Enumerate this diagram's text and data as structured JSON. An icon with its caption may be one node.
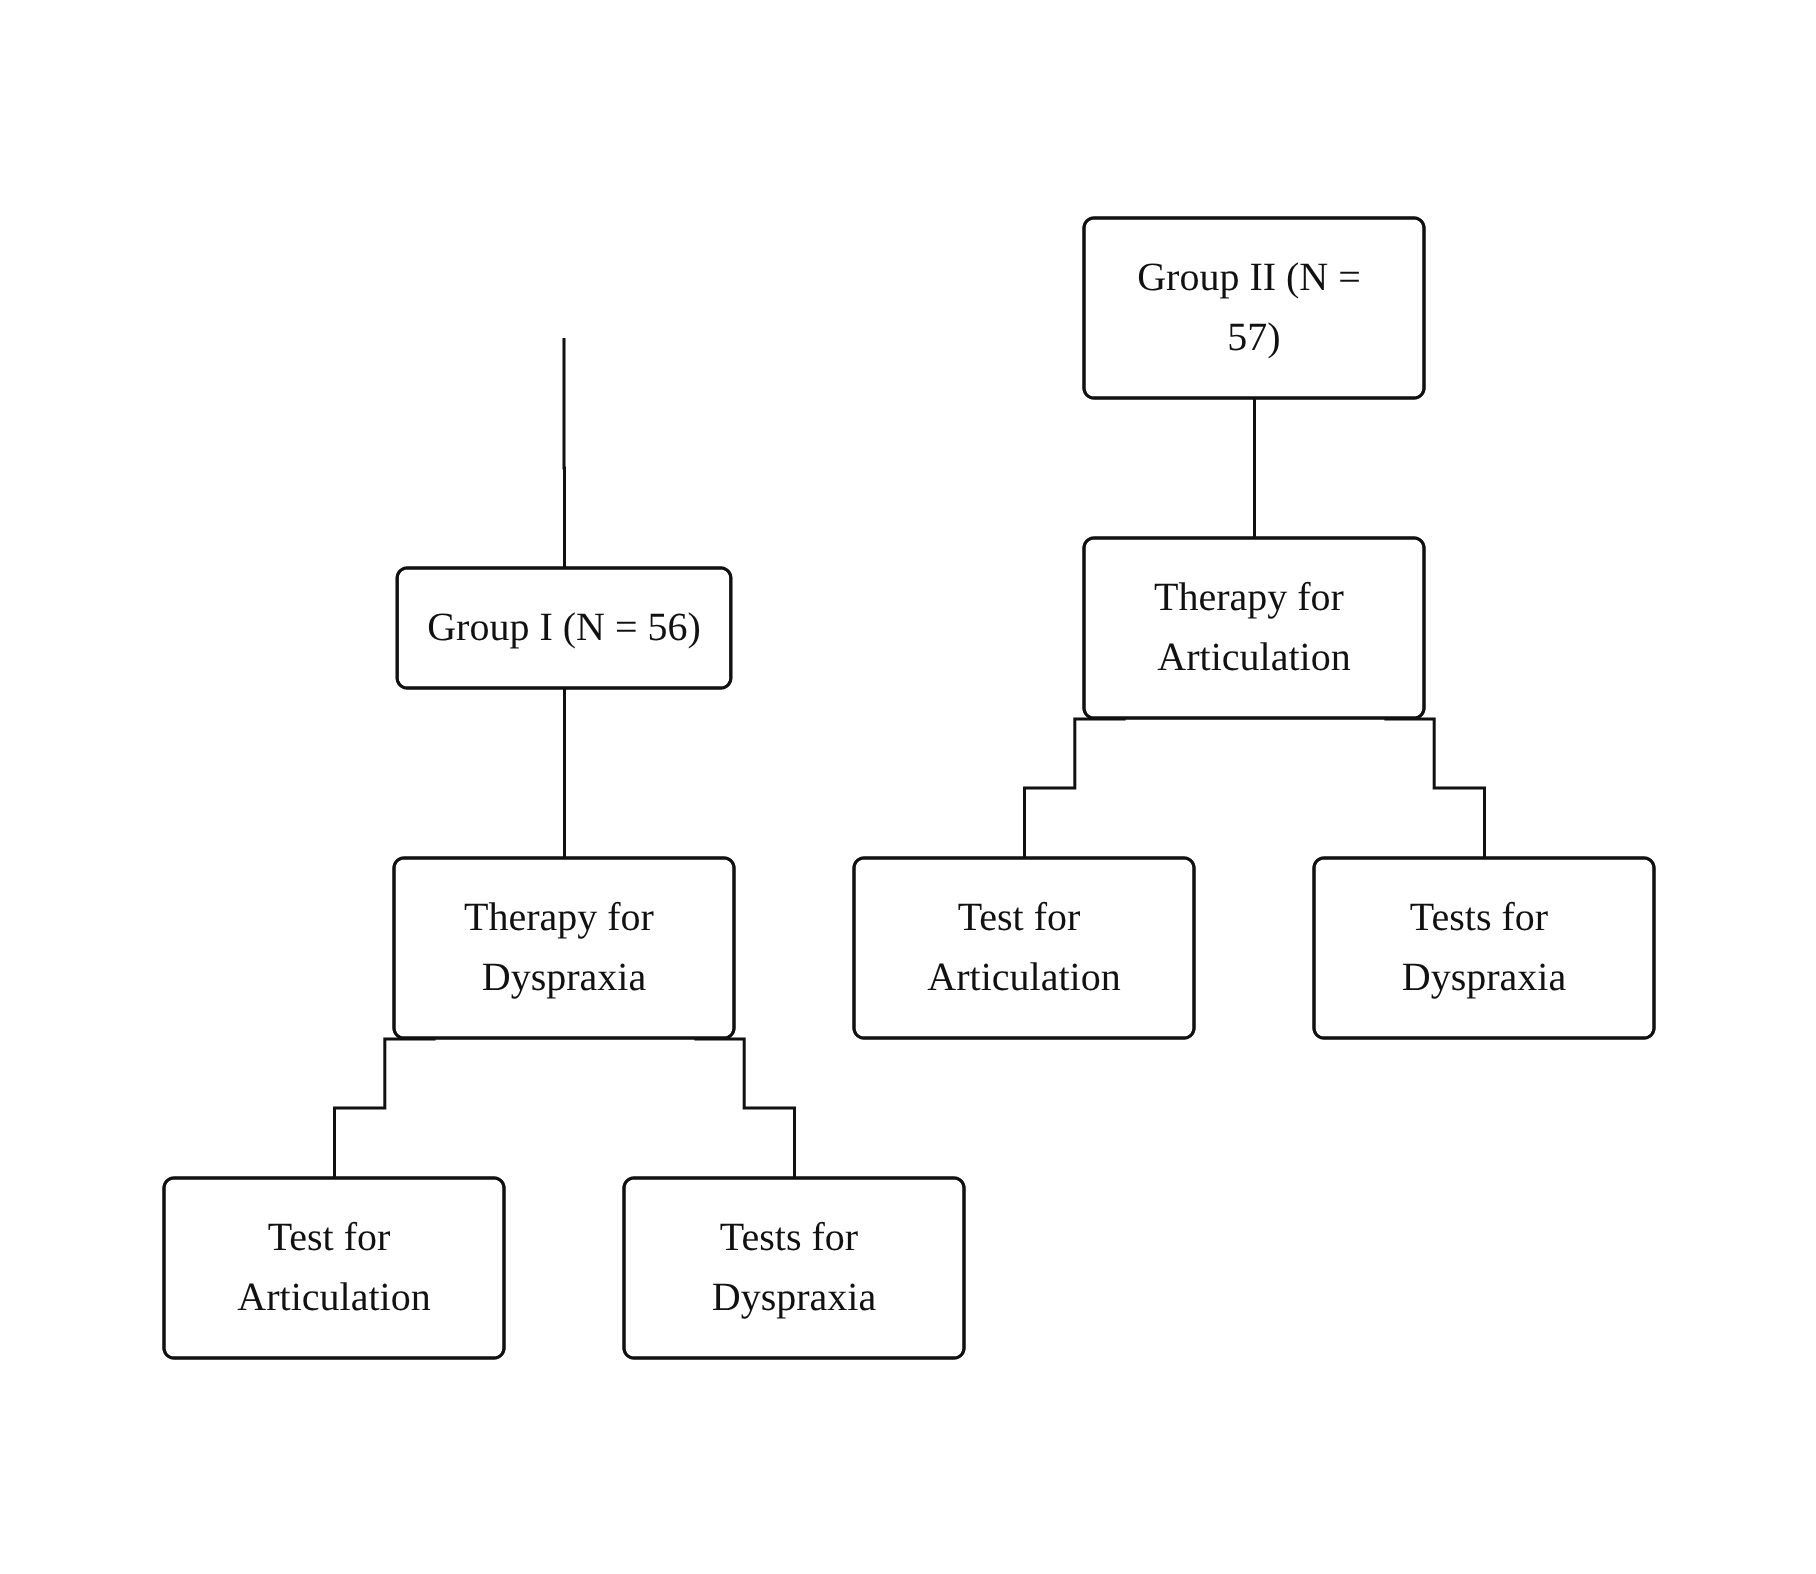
{
  "diagram": {
    "nodes": [
      {
        "text": [
          "Group I (N = 56)"
        ]
      },
      {
        "text": [
          "Therapy for Dyspraxia"
        ]
      },
      {
        "text": [
          "Test for Articulation"
        ]
      },
      {
        "text": [
          "Tests for Dyspraxia"
        ]
      },
      {
        "text": [
          "Group II (N = 57)"
        ]
      },
      {
        "text": [
          "Therapy for Articulation"
        ]
      },
      {
        "text": [
          "Test for Articulation"
        ]
      },
      {
        "text": [
          "Tests for Dyspraxia"
        ]
      }
    ],
    "edges": [
      {
        "from": null,
        "to": 0,
        "arrow": "none"
      },
      {
        "from": 0,
        "to": 1,
        "arrow": "none"
      },
      {
        "from": 1,
        "to": 2,
        "arrow": "none"
      },
      {
        "from": 1,
        "to": 3,
        "arrow": "none"
      },
      {
        "from": 4,
        "to": 5,
        "arrow": "none"
      },
      {
        "from": 5,
        "to": 6,
        "arrow": "none"
      },
      {
        "from": 5,
        "to": 7,
        "arrow": "none"
      }
    ]
  }
}
